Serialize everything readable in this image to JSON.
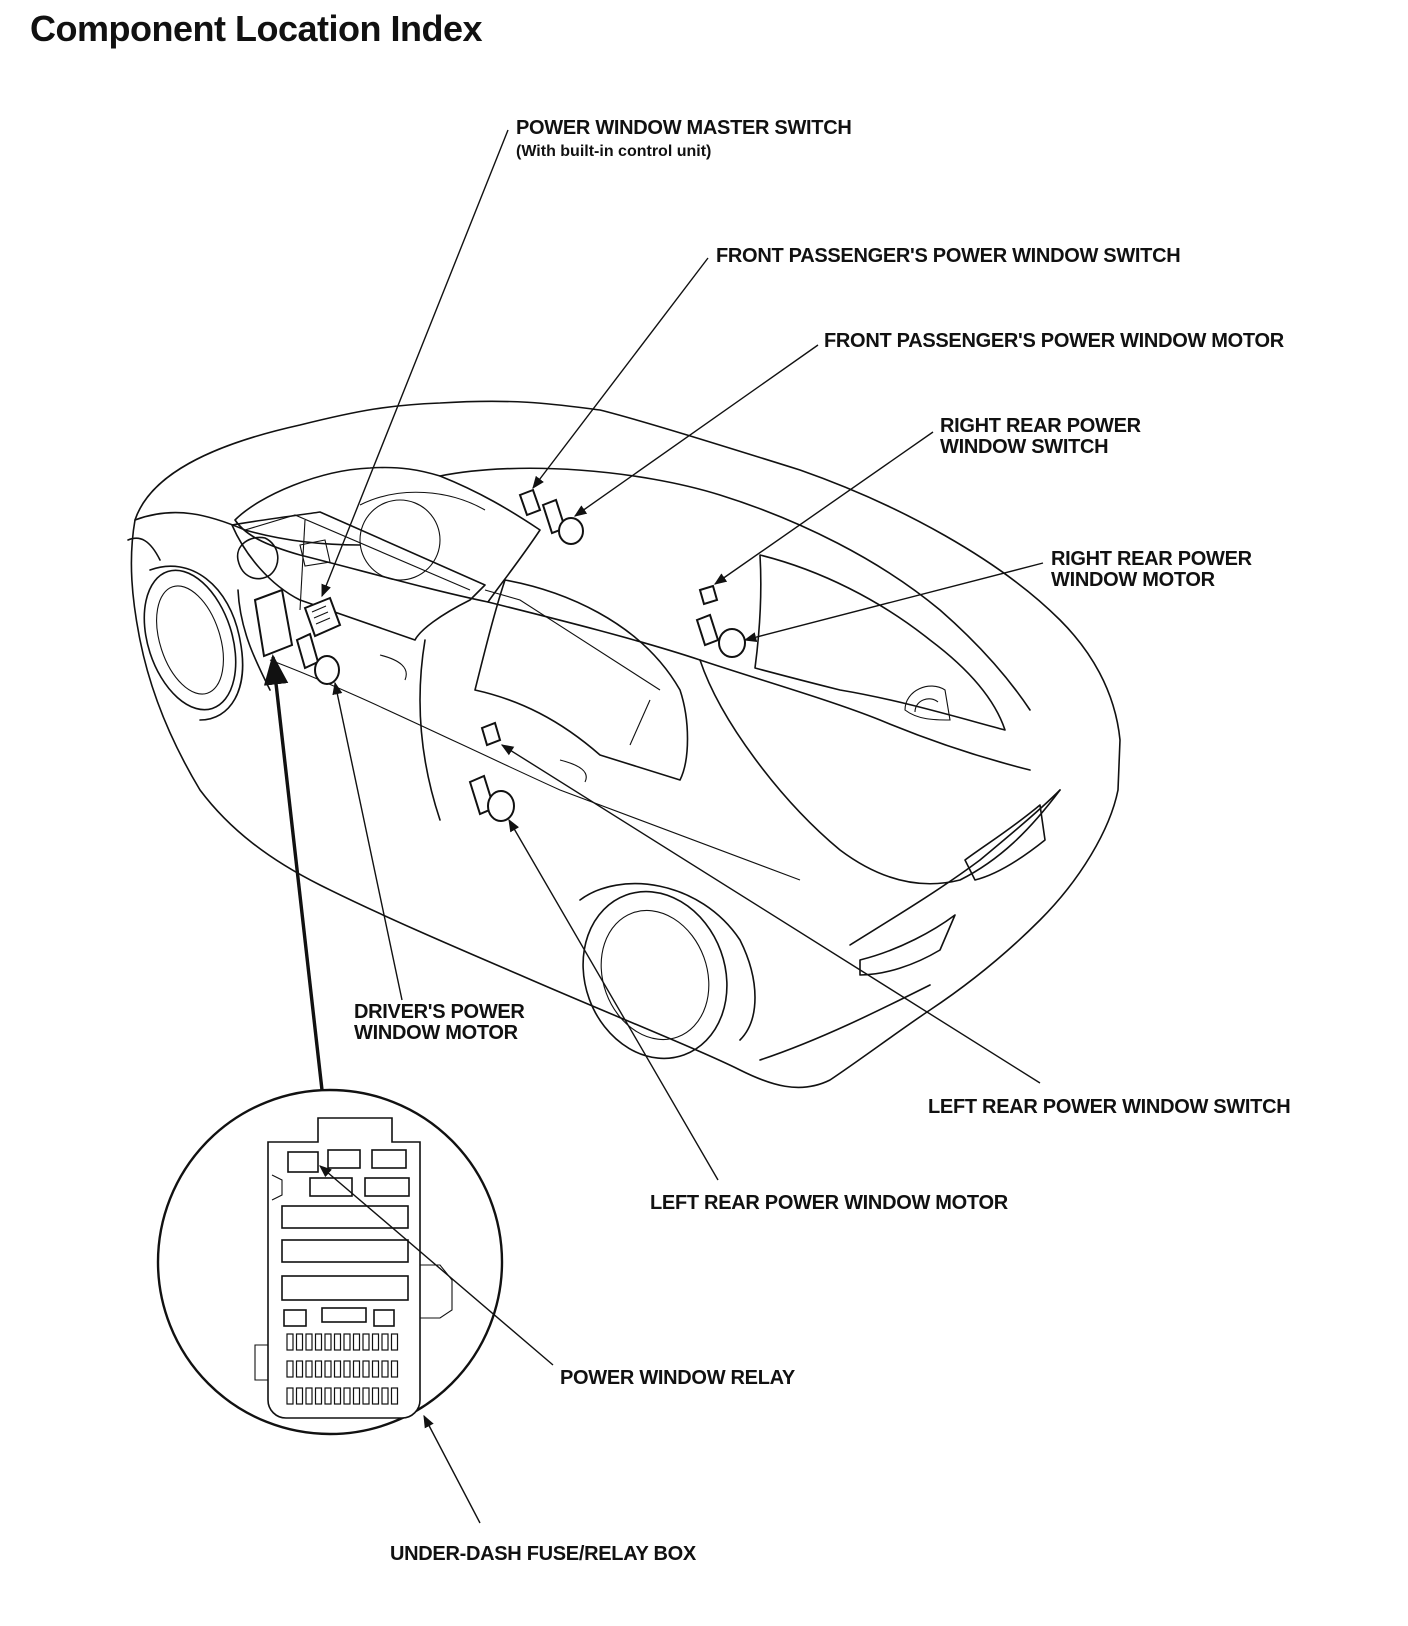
{
  "page": {
    "title": "Component Location Index"
  },
  "labels": {
    "master_switch": {
      "line1": "POWER WINDOW MASTER SWITCH",
      "line2": "(With built-in control unit)"
    },
    "front_pass_switch": {
      "line1": "FRONT PASSENGER'S POWER WINDOW SWITCH"
    },
    "front_pass_motor": {
      "line1": "FRONT PASSENGER'S POWER WINDOW MOTOR"
    },
    "right_rear_switch": {
      "line1": "RIGHT REAR POWER",
      "line2": "WINDOW SWITCH"
    },
    "right_rear_motor": {
      "line1": "RIGHT REAR POWER",
      "line2": "WINDOW MOTOR"
    },
    "drivers_motor": {
      "line1": "DRIVER'S POWER",
      "line2": "WINDOW MOTOR"
    },
    "left_rear_switch": {
      "line1": "LEFT REAR POWER WINDOW SWITCH"
    },
    "left_rear_motor": {
      "line1": "LEFT REAR POWER WINDOW MOTOR"
    },
    "relay": {
      "line1": "POWER WINDOW RELAY"
    },
    "fuse_box": {
      "line1": "UNDER-DASH FUSE/RELAY BOX"
    }
  }
}
